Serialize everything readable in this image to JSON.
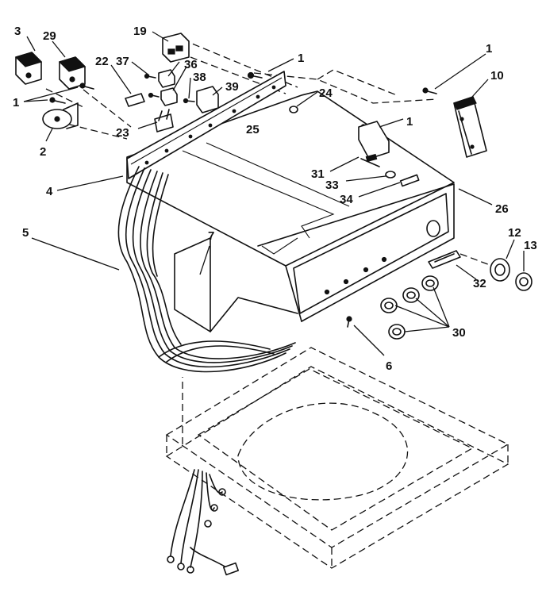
{
  "callouts": [
    {
      "id": "c3",
      "text": "3"
    },
    {
      "id": "c29",
      "text": "29"
    },
    {
      "id": "c19",
      "text": "19"
    },
    {
      "id": "c1a",
      "text": "1"
    },
    {
      "id": "c1b",
      "text": "1"
    },
    {
      "id": "c10",
      "text": "10"
    },
    {
      "id": "c22",
      "text": "22"
    },
    {
      "id": "c37",
      "text": "37"
    },
    {
      "id": "c36",
      "text": "36"
    },
    {
      "id": "c38",
      "text": "38"
    },
    {
      "id": "c39",
      "text": "39"
    },
    {
      "id": "c24",
      "text": "24"
    },
    {
      "id": "c1c",
      "text": "1"
    },
    {
      "id": "c23",
      "text": "23"
    },
    {
      "id": "c25",
      "text": "25"
    },
    {
      "id": "c2",
      "text": "2"
    },
    {
      "id": "c1d",
      "text": "1"
    },
    {
      "id": "c31",
      "text": "31"
    },
    {
      "id": "c33",
      "text": "33"
    },
    {
      "id": "c34",
      "text": "34"
    },
    {
      "id": "c26",
      "text": "26"
    },
    {
      "id": "c4",
      "text": "4"
    },
    {
      "id": "c5",
      "text": "5"
    },
    {
      "id": "c7",
      "text": "7"
    },
    {
      "id": "c12",
      "text": "12"
    },
    {
      "id": "c13",
      "text": "13"
    },
    {
      "id": "c32",
      "text": "32"
    },
    {
      "id": "c30",
      "text": "30"
    },
    {
      "id": "c6",
      "text": "6"
    }
  ]
}
